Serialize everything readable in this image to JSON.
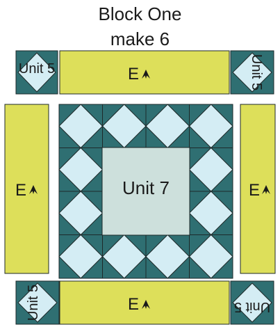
{
  "header": {
    "title": "Block One",
    "subtitle": "make 6"
  },
  "labels": {
    "unit5": "Unit 5",
    "unit7": "Unit 7",
    "e_strip": "E",
    "arrow_icon": "up-arrow-icon"
  },
  "colors": {
    "yellow": "#dddf5a",
    "dark_teal": "#2f6f72",
    "mid_teal": "#4e8d8e",
    "light_blue": "#d4edf4",
    "center_gray": "#cde0dc",
    "outline": "#1e2a2a",
    "text": "#1a1a1a"
  }
}
